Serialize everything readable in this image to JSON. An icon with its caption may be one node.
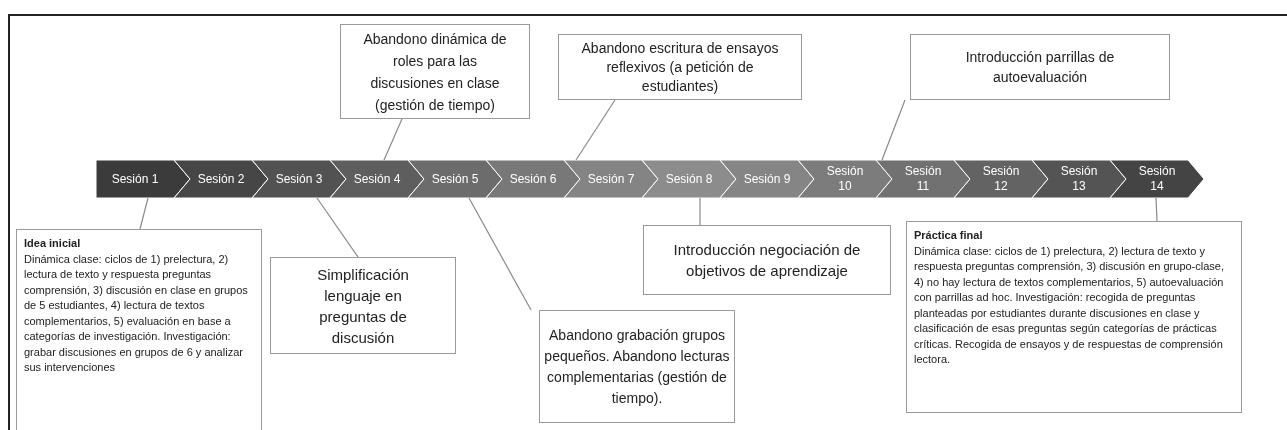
{
  "diagram": {
    "nodes": [
      {
        "text": [
          "Sesión 1"
        ]
      },
      {
        "text": [
          "Sesión 2"
        ]
      },
      {
        "text": [
          "Sesión 3"
        ]
      },
      {
        "text": [
          "Sesión 4"
        ]
      },
      {
        "text": [
          "Sesión 5"
        ]
      },
      {
        "text": [
          "Sesión 6"
        ]
      },
      {
        "text": [
          "Sesión 7"
        ]
      },
      {
        "text": [
          "Sesión 8"
        ]
      },
      {
        "text": [
          "Sesión 9"
        ]
      },
      {
        "text": [
          "Sesión 10"
        ]
      },
      {
        "text": [
          "Sesión 11"
        ]
      },
      {
        "text": [
          "Sesión 12"
        ]
      },
      {
        "text": [
          "Sesión 13"
        ]
      },
      {
        "text": [
          "Sesión 14"
        ]
      },
      {
        "text": [
          "Abandono dinámica de roles para las discusiones en clase (gestión de tiempo)"
        ]
      },
      {
        "text": [
          "Abandono escritura de ensayos reflexivos (a petición de estudiantes)"
        ]
      },
      {
        "text": [
          "Introducción parrillas de autoevaluación"
        ]
      },
      {
        "text": [
          "Idea inicial",
          "Dinámica clase: ciclos de 1) prelectura, 2) lectura de texto y respuesta preguntas comprensión, 3) discusión en clase en grupos de 5 estudiantes, 4) lectura de textos complementarios, 5) evaluación en base a categorías de investigación. Investigación: grabar discusiones en grupos de 6 y analizar sus intervenciones"
        ]
      },
      {
        "text": [
          "Simplificación lenguaje en preguntas de discusión"
        ]
      },
      {
        "text": [
          "Abandono grabación grupos pequeños. Abandono lecturas complementarias (gestión de tiempo)."
        ]
      },
      {
        "text": [
          "Introducción negociación de objetivos de aprendizaje"
        ]
      },
      {
        "text": [
          "Práctica final",
          "Dinámica clase: ciclos de 1) prelectura, 2) lectura de texto y respuesta preguntas comprensión, 3) discusión en grupo-clase, 4) no hay lectura de textos complementarios, 5) autoevaluación con parrillas ad hoc. Investigación: recogida de preguntas planteadas por estudiantes durante discusiones en clase y clasificación de esas preguntas según categorías de prácticas críticas. Recogida de ensayos y de respuestas de comprensión lectora."
        ]
      }
    ],
    "edges": [
      {
        "from": 14,
        "to": 3,
        "arrow": "none"
      },
      {
        "from": 15,
        "to": 5,
        "arrow": "none"
      },
      {
        "from": 16,
        "to": 9,
        "arrow": "none"
      },
      {
        "from": 17,
        "to": 0,
        "arrow": "none"
      },
      {
        "from": 18,
        "to": 2,
        "arrow": "none"
      },
      {
        "from": 19,
        "to": 4,
        "arrow": "none"
      },
      {
        "from": 20,
        "to": 7,
        "arrow": "none"
      },
      {
        "from": 21,
        "to": 13,
        "arrow": "none"
      }
    ]
  }
}
